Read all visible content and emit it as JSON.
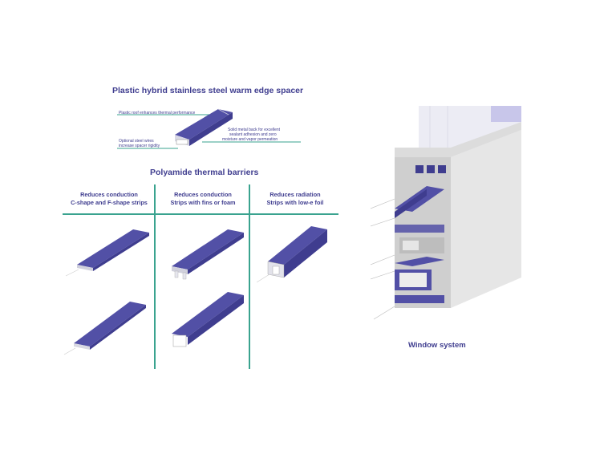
{
  "spacer": {
    "title": "Plastic hybrid stainless steel warm edge spacer",
    "label_roof": "Plastic roof enhances thermal performance",
    "label_wires_1": "Optional steel wires",
    "label_wires_2": "increase spacer rigidity",
    "label_back_1": "Solid metal back for excellent",
    "label_back_2": "sealant adhesion and zero",
    "label_back_3": "moisture and vapor permeation"
  },
  "barriers": {
    "title": "Polyamide thermal barriers",
    "columns": [
      {
        "line1": "Reduces conduction",
        "line2": "C-shape and F-shape strips"
      },
      {
        "line1": "Reduces conduction",
        "line2": "Strips with fins or foam"
      },
      {
        "line1": "Reduces radiation",
        "line2": "Strips with low-e foil"
      }
    ]
  },
  "window": {
    "title": "Window system"
  },
  "colors": {
    "accent": "#3f3d8f",
    "teal": "#3aa38f",
    "strip": "#5250a6",
    "frame": "#e2e2e2"
  }
}
